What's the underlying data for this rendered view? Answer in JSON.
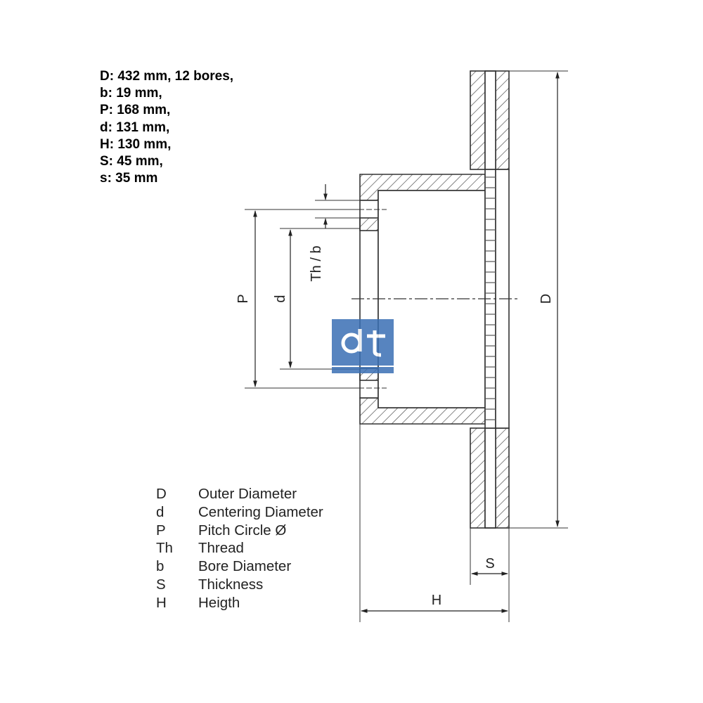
{
  "specs": [
    "D: 432 mm, 12 bores,",
    "b: 19 mm,",
    "P: 168 mm,",
    "d: 131 mm,",
    "H: 130 mm,",
    "S: 45 mm,",
    "s: 35 mm"
  ],
  "legend": [
    {
      "abbr": "D",
      "desc": "Outer Diameter"
    },
    {
      "abbr": "d",
      "desc": "Centering Diameter"
    },
    {
      "abbr": "P",
      "desc": "Pitch Circle Ø"
    },
    {
      "abbr": "Th",
      "desc": "Thread"
    },
    {
      "abbr": "b",
      "desc": "Bore Diameter"
    },
    {
      "abbr": "S",
      "desc": "Thickness"
    },
    {
      "abbr": "H",
      "desc": "Heigth"
    }
  ],
  "dimension_labels": {
    "P": "P",
    "d": "d",
    "th_b": "Th / b",
    "D": "D",
    "S": "S",
    "H": "H"
  },
  "logo": {
    "text": "dt",
    "color": "#3a6fb4"
  }
}
